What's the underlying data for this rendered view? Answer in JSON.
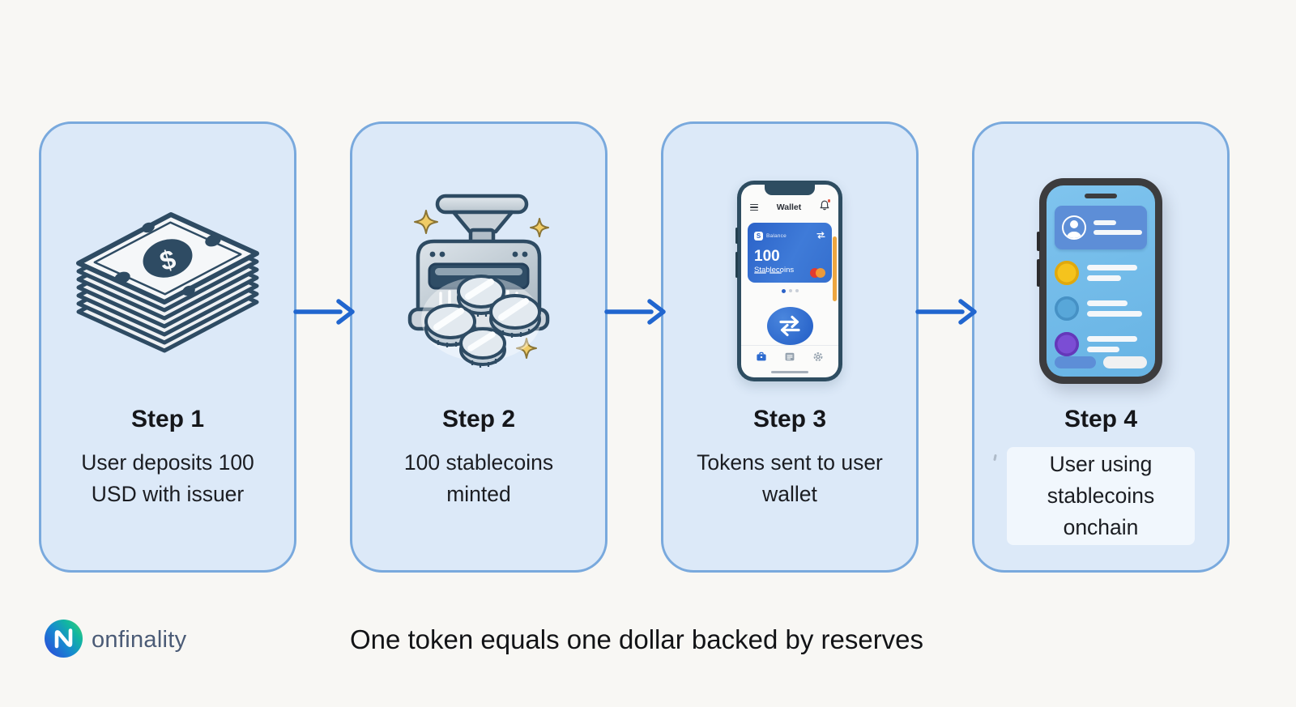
{
  "steps": [
    {
      "title": "Step 1",
      "description": "User deposits 100 USD with issuer",
      "icon": "cash-stack-icon",
      "bill_symbol": "$"
    },
    {
      "title": "Step 2",
      "description": "100 stablecoins minted",
      "icon": "minting-machine-icon"
    },
    {
      "title": "Step 3",
      "description": "Tokens sent to user wallet",
      "icon": "wallet-phone-icon",
      "phone": {
        "app_title": "Wallet",
        "card_chip": "S",
        "card_label": "Balance",
        "balance_amount": "100",
        "balance_unit": "Stablecoins"
      }
    },
    {
      "title": "Step 4",
      "description": "User using stablecoins onchain",
      "icon": "app-phone-3d-icon"
    }
  ],
  "footer": {
    "brand": "onfinality",
    "caption": "One token equals one dollar backed by reserves"
  },
  "colors": {
    "card_fill": "#dce9f8",
    "card_border": "#79a9dd",
    "arrow_blue": "#2166cf",
    "icon_navy": "#2e4b63",
    "wallet_card_blue": "#2b62c8",
    "coin_gold": "#f5c31d",
    "coin_blue": "#58a7d9",
    "coin_purple": "#7b4dd4",
    "logo_gradient": [
      "#2b4ed8",
      "#1789d0",
      "#12b7a0",
      "#47cf6a"
    ]
  }
}
